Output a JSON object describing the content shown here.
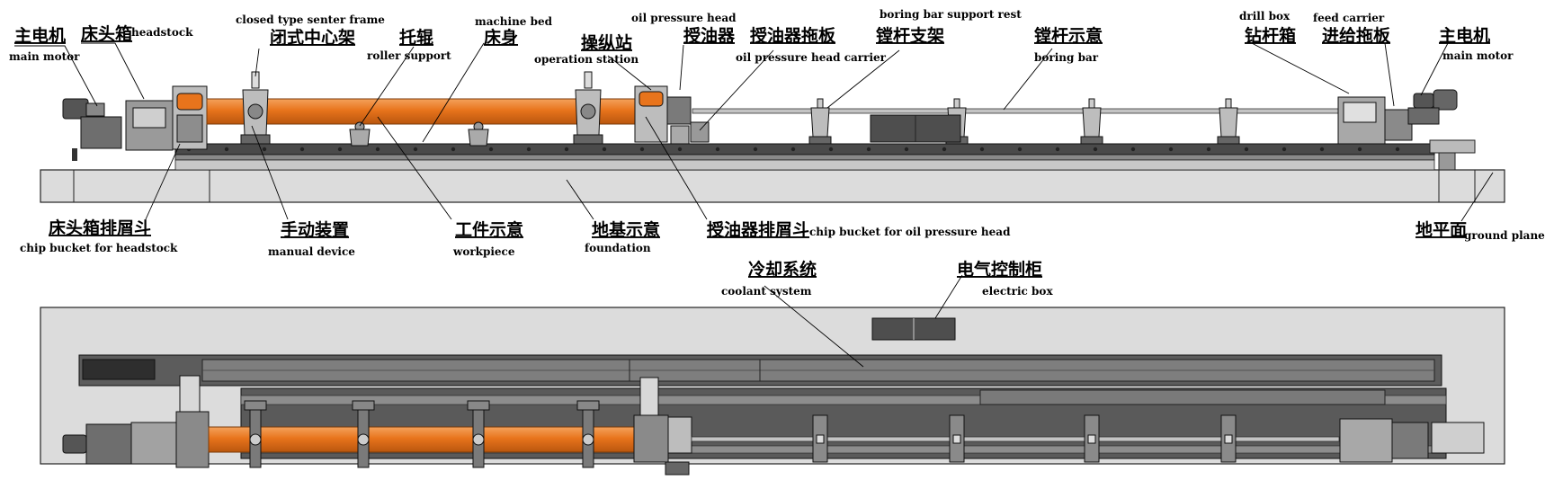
{
  "labels": {
    "top_main_motor_left": {
      "zh": "主电机",
      "en": "main motor"
    },
    "headstock": {
      "zh": "床头箱",
      "en": "headstock"
    },
    "closed_center_frame": {
      "zh": "闭式中心架",
      "en": "closed type senter frame"
    },
    "roller_support": {
      "zh": "托辊",
      "en": "roller support"
    },
    "machine_bed": {
      "zh": "床身",
      "en": "machine bed"
    },
    "operation_station": {
      "zh": "操纵站",
      "en": "operation station"
    },
    "oil_pressure_head": {
      "zh": "授油器",
      "en": "oil pressure head"
    },
    "oil_pressure_head_carrier": {
      "zh": "授油器拖板",
      "en": "oil pressure head carrier"
    },
    "boring_bar_support": {
      "zh": "镗杆支架",
      "en": "boring bar support rest"
    },
    "boring_bar": {
      "zh": "镗杆示意",
      "en": "boring bar"
    },
    "drill_box": {
      "zh": "钻杆箱",
      "en": "drill box"
    },
    "feed_carrier": {
      "zh": "进给拖板",
      "en": "feed carrier"
    },
    "top_main_motor_right": {
      "zh": "主电机",
      "en": "main motor"
    },
    "chip_bucket_headstock": {
      "zh": "床头箱排屑斗",
      "en": "chip bucket for headstock"
    },
    "manual_device": {
      "zh": "手动装置",
      "en": "manual device"
    },
    "workpiece": {
      "zh": "工件示意",
      "en": "workpiece"
    },
    "foundation": {
      "zh": "地基示意",
      "en": "foundation"
    },
    "chip_bucket_oil_head": {
      "zh": "授油器排屑斗",
      "en": "chip bucket for oil pressure head"
    },
    "ground_plane": {
      "zh": "地平面",
      "en": "ground plane"
    },
    "coolant_system": {
      "zh": "冷却系统",
      "en": "coolant system"
    },
    "electric_box": {
      "zh": "电气控制柜",
      "en": "electric box"
    }
  },
  "colors": {
    "workpiece": "#e8741c",
    "workpiece_dark": "#b9560e",
    "workpiece_light": "#f4a25c",
    "foundation": "#d9d9d9",
    "machine": "#7a7a7a",
    "machine_dark": "#3c3c3c",
    "bed": "#4a4a4a"
  }
}
